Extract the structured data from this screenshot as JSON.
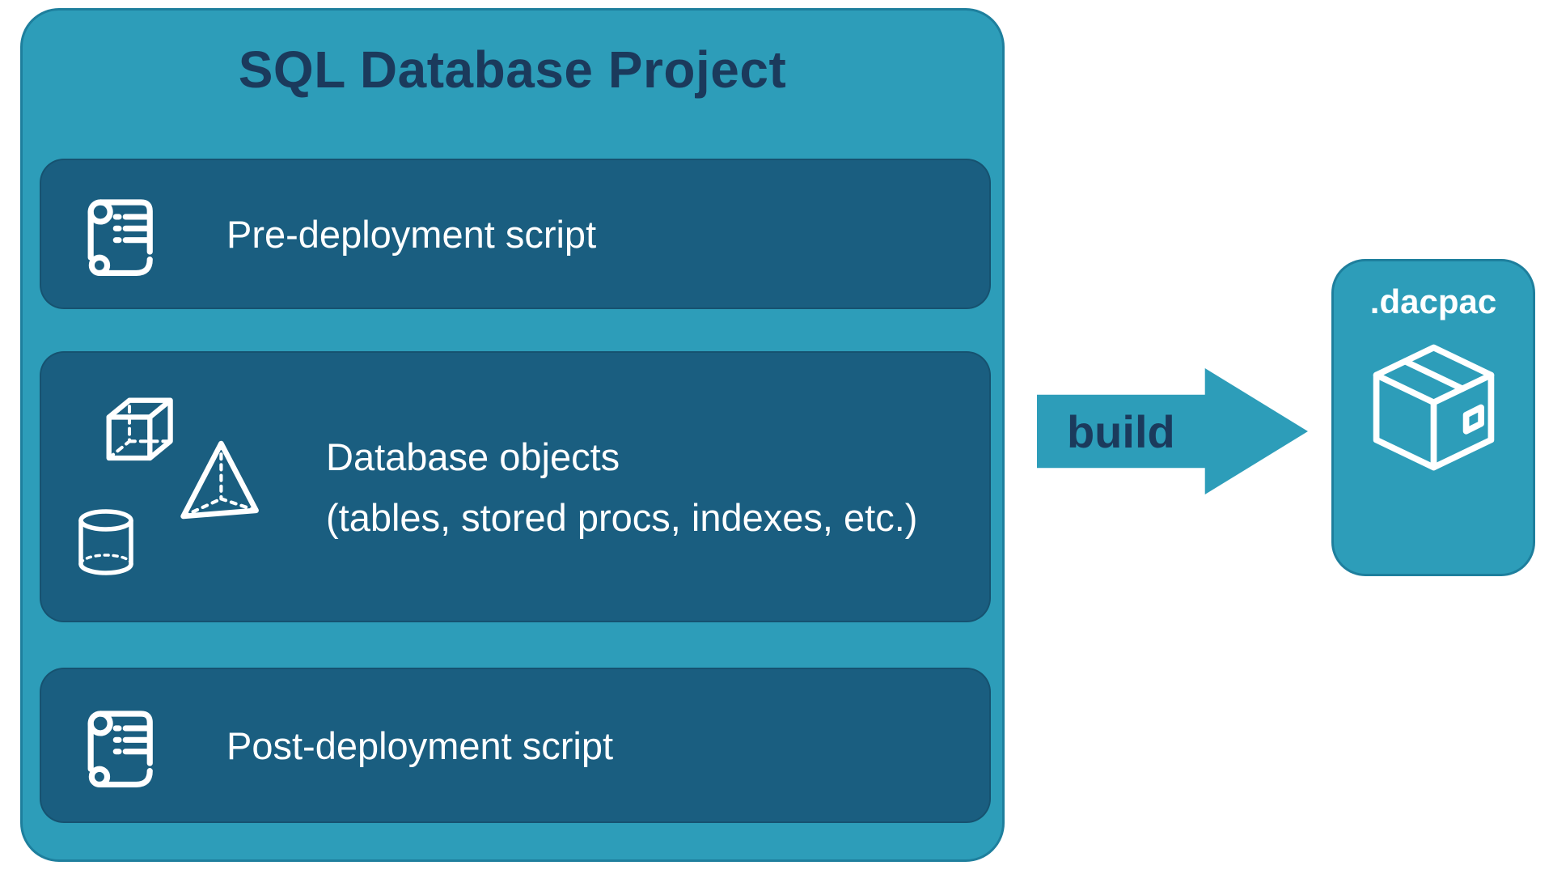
{
  "colors": {
    "teal": "#2D9DB9",
    "panel_dark_teal": "#1A5E80",
    "navy_text": "#1B3A5C",
    "white_text": "#FFFFFF"
  },
  "project": {
    "title": "SQL Database Project",
    "panels": [
      {
        "icon": "scroll-icon",
        "label": "Pre-deployment script"
      },
      {
        "icon": "database-objects-icons",
        "label": "Database objects",
        "sublabel": "(tables, stored procs, indexes, etc.)"
      },
      {
        "icon": "scroll-icon",
        "label": "Post-deployment script"
      }
    ]
  },
  "arrow": {
    "label": "build"
  },
  "artifact": {
    "title": ".dacpac",
    "icon": "package-icon"
  }
}
